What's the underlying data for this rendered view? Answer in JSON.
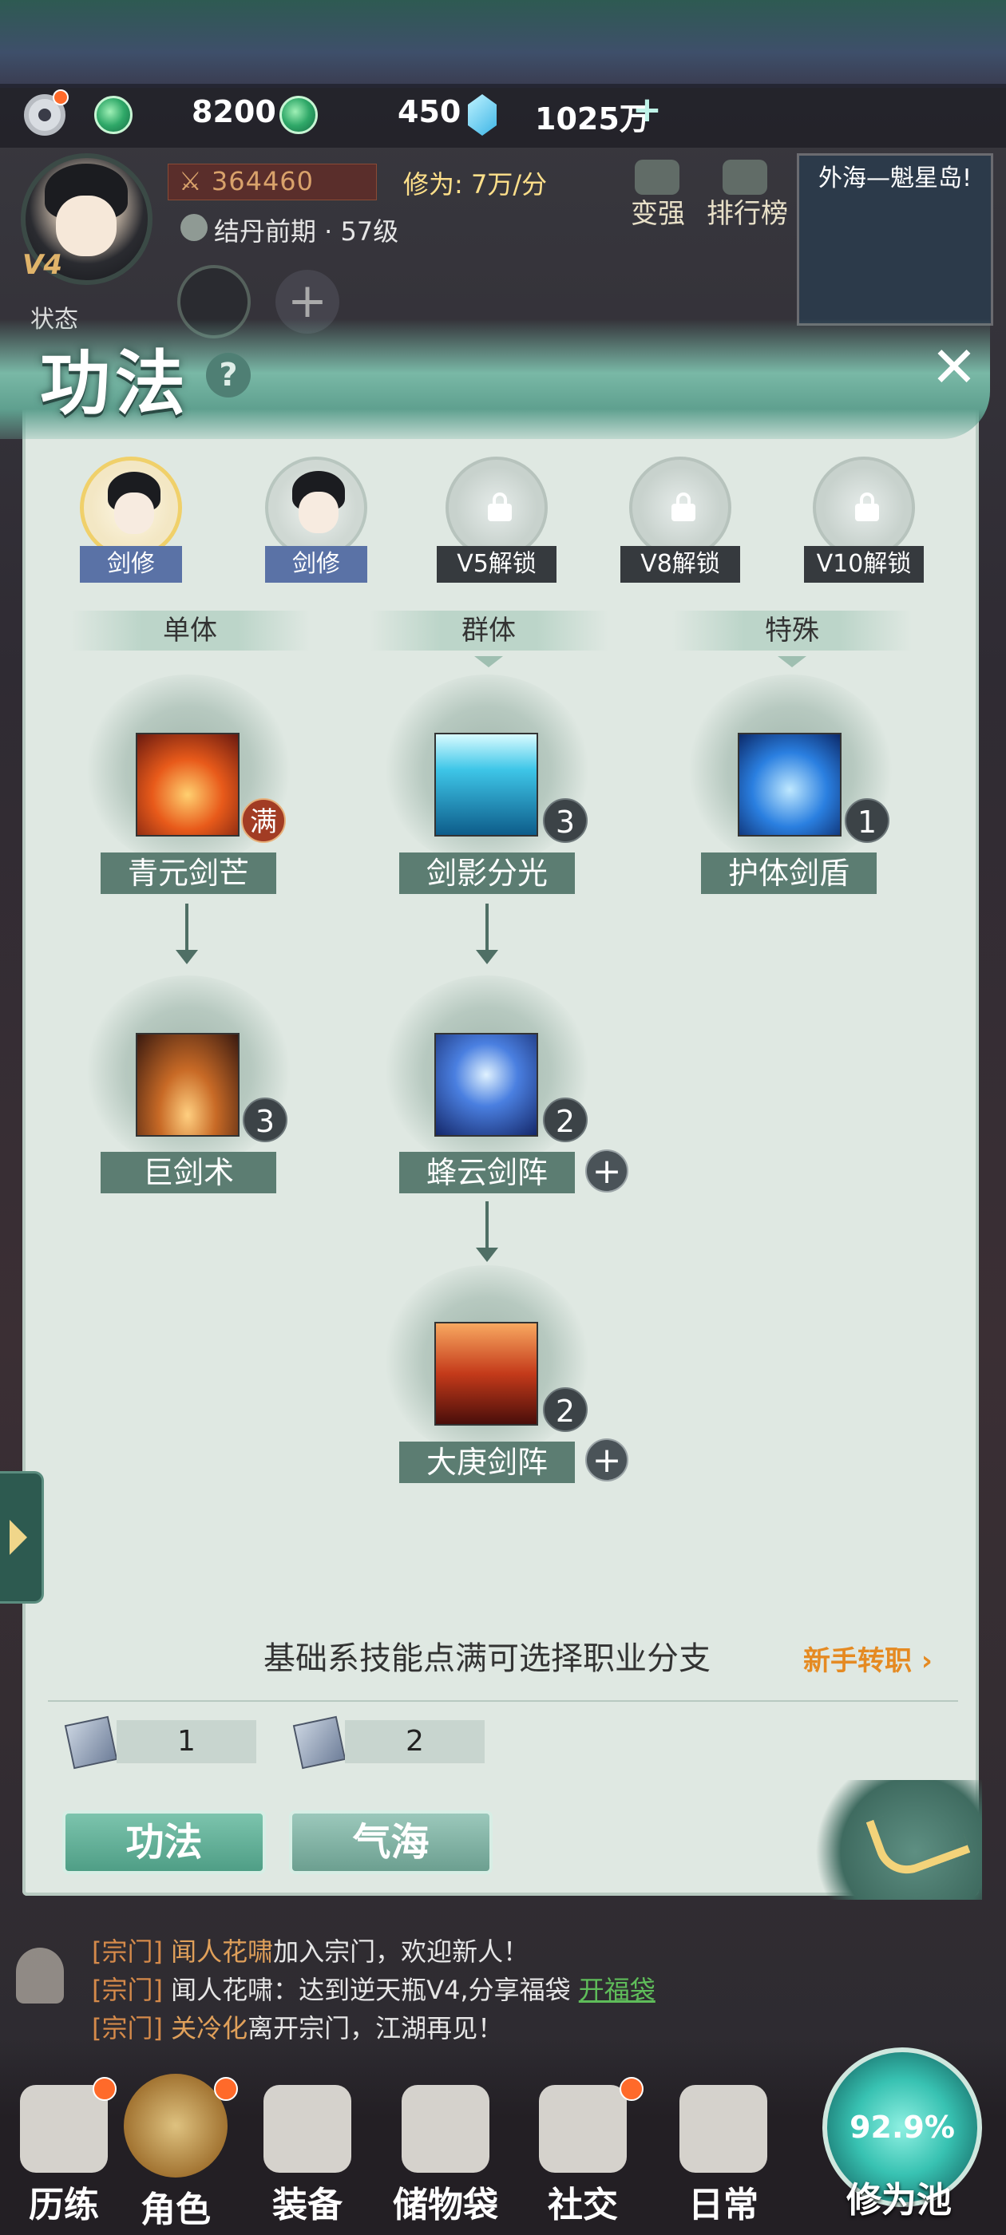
{
  "resources": {
    "jade": "8200",
    "spirit_stone": "450",
    "currency": "1025万"
  },
  "profile": {
    "power": "364460",
    "cultivation_rate": "修为: 7万/分",
    "realm": "结丹前期 · 57级",
    "vip": "V4",
    "status_tab": "状态"
  },
  "top_buttons": {
    "strengthen": "变强",
    "leaderboard": "排行榜"
  },
  "minimap": {
    "title": "外海—魁星岛!"
  },
  "panel": {
    "title": "功法",
    "help": "?"
  },
  "characters": [
    {
      "label": "剑修",
      "state": "active"
    },
    {
      "label": "剑修",
      "state": "normal"
    },
    {
      "label": "V5解锁",
      "state": "locked"
    },
    {
      "label": "V8解锁",
      "state": "locked"
    },
    {
      "label": "V10解锁",
      "state": "locked"
    }
  ],
  "columns": [
    "单体",
    "群体",
    "特殊"
  ],
  "skills": {
    "qingyuan": {
      "name": "青元剑芒",
      "level": "满"
    },
    "jianying": {
      "name": "剑影分光",
      "level": "3"
    },
    "huti": {
      "name": "护体剑盾",
      "level": "1"
    },
    "jujian": {
      "name": "巨剑术",
      "level": "3"
    },
    "fengyun": {
      "name": "蜂云剑阵",
      "level": "2"
    },
    "dageng": {
      "name": "大庚剑阵",
      "level": "2"
    }
  },
  "hint": "基础系技能点满可选择职业分支",
  "change_job": "新手转职",
  "counts": {
    "book1": "1",
    "book2": "2"
  },
  "tabs": {
    "gongfa": "功法",
    "qihai": "气海"
  },
  "chat": [
    {
      "tag": "[宗门]",
      "name": "闻人花啸",
      "text": "加入宗门，欢迎新人！",
      "link": ""
    },
    {
      "tag": "[宗门]",
      "name": "闻人花啸",
      "text": "：达到逆天瓶V4,分享福袋",
      "link": "开福袋"
    },
    {
      "tag": "[宗门]",
      "name": "关冷化",
      "text": "离开宗门，江湖再见！",
      "link": ""
    }
  ],
  "bottom_nav": [
    "历练",
    "角色",
    "装备",
    "储物袋",
    "社交",
    "日常"
  ],
  "cultivation_pool": {
    "label": "修为池",
    "percent": "92.9%"
  }
}
